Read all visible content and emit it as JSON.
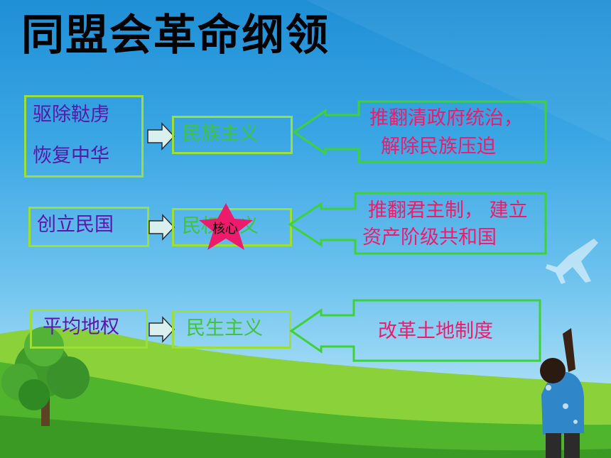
{
  "title": "同盟会革命纲领",
  "rows": [
    {
      "goal_lines": [
        "驱除鞑虏",
        "恢复中华"
      ],
      "principle": "民族主义",
      "meaning_lines": [
        "推翻清政府统治，",
        "解除民族压迫"
      ]
    },
    {
      "goal_lines": [
        "创立民国"
      ],
      "principle": "民权主义",
      "meaning_lines": [
        "推翻君主制， 建立",
        "资产阶级共和国"
      ]
    },
    {
      "goal_lines": [
        "平均地权"
      ],
      "principle": "民生主义",
      "meaning_lines": [
        "改革土地制度"
      ]
    }
  ],
  "core_label": "核心",
  "colors": {
    "box_border": "#9be03a",
    "goal_text": "#5a16a8",
    "principle_text": "#3fc43a",
    "meaning_text": "#ee1b6c",
    "star": "#ee1b6c"
  }
}
